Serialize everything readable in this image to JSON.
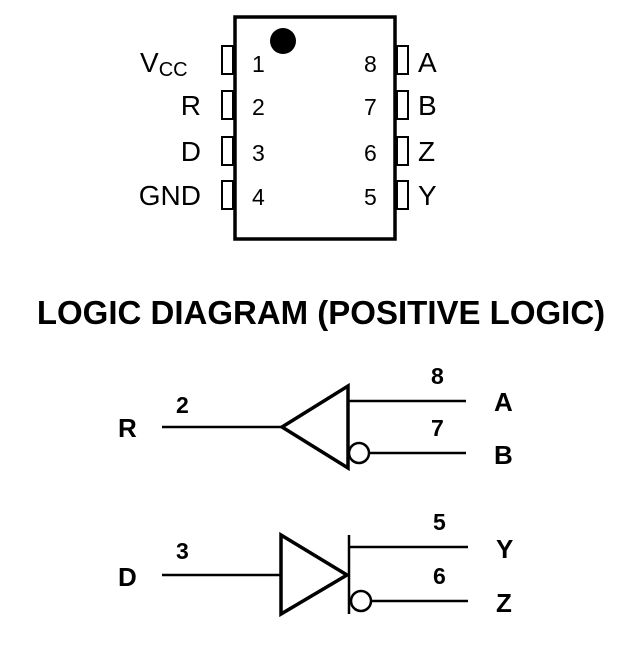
{
  "package": {
    "left_pins": [
      {
        "number": "1",
        "name": "V",
        "name_sub": "CC"
      },
      {
        "number": "2",
        "name": "R"
      },
      {
        "number": "3",
        "name": "D"
      },
      {
        "number": "4",
        "name": "GND"
      }
    ],
    "right_pins": [
      {
        "number": "8",
        "name": "A"
      },
      {
        "number": "7",
        "name": "B"
      },
      {
        "number": "6",
        "name": "Z"
      },
      {
        "number": "5",
        "name": "Y"
      }
    ]
  },
  "logic_diagram": {
    "title": "LOGIC DIAGRAM (POSITIVE LOGIC)",
    "receiver": {
      "input": {
        "signal": "R",
        "pin": "2"
      },
      "outputs": [
        {
          "signal": "A",
          "pin": "8",
          "inverted": false
        },
        {
          "signal": "B",
          "pin": "7",
          "inverted": true
        }
      ]
    },
    "driver": {
      "input": {
        "signal": "D",
        "pin": "3"
      },
      "outputs": [
        {
          "signal": "Y",
          "pin": "5",
          "inverted": false
        },
        {
          "signal": "Z",
          "pin": "6",
          "inverted": true
        }
      ]
    }
  }
}
